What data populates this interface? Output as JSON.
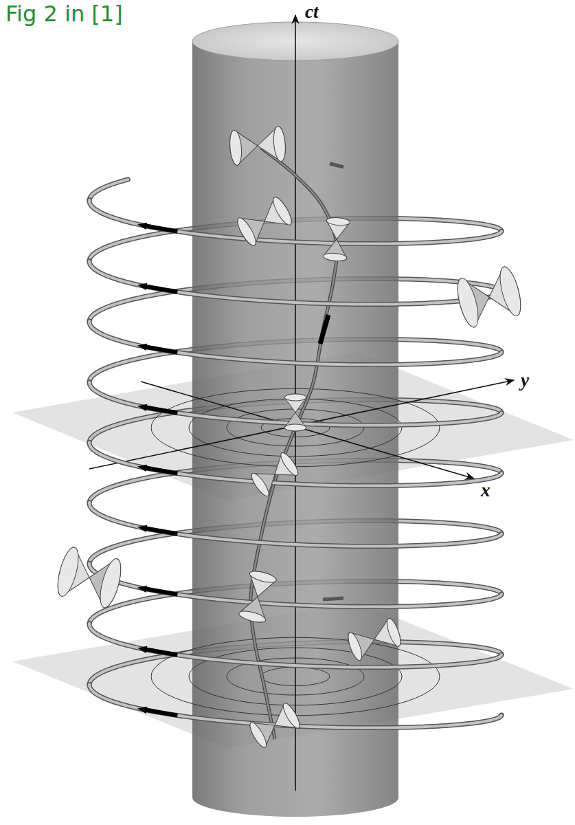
{
  "diagram": {
    "labels": [
      "Fig 2 in [1]",
      "ct",
      "y",
      "x"
    ]
  }
}
